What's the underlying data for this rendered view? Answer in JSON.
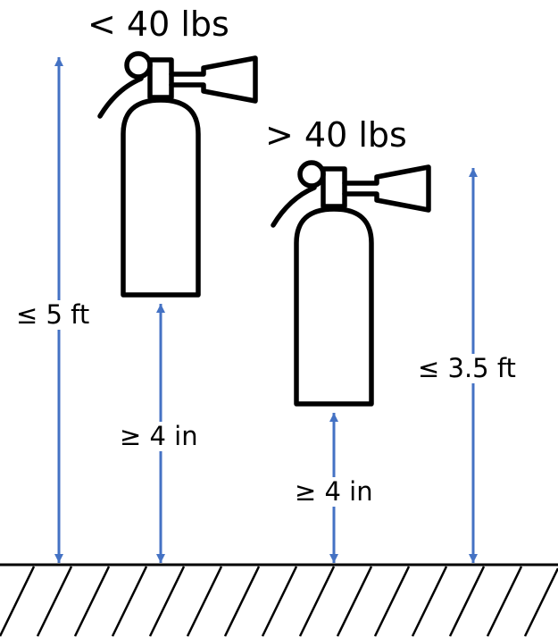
{
  "colors": {
    "arrow": "#4472C4",
    "ink": "#000000",
    "background": "#ffffff"
  },
  "icons": [
    "fire-extinguisher-icon",
    "fire-extinguisher-icon",
    "floor-hatch"
  ],
  "extinguishers": [
    {
      "weight_label": "< 40 lbs",
      "max_height_label": "≤ 5 ft",
      "min_clearance_label": "≥ 4 in"
    },
    {
      "weight_label": "> 40 lbs",
      "max_height_label": "≤ 3.5 ft",
      "min_clearance_label": "≥ 4 in"
    }
  ]
}
